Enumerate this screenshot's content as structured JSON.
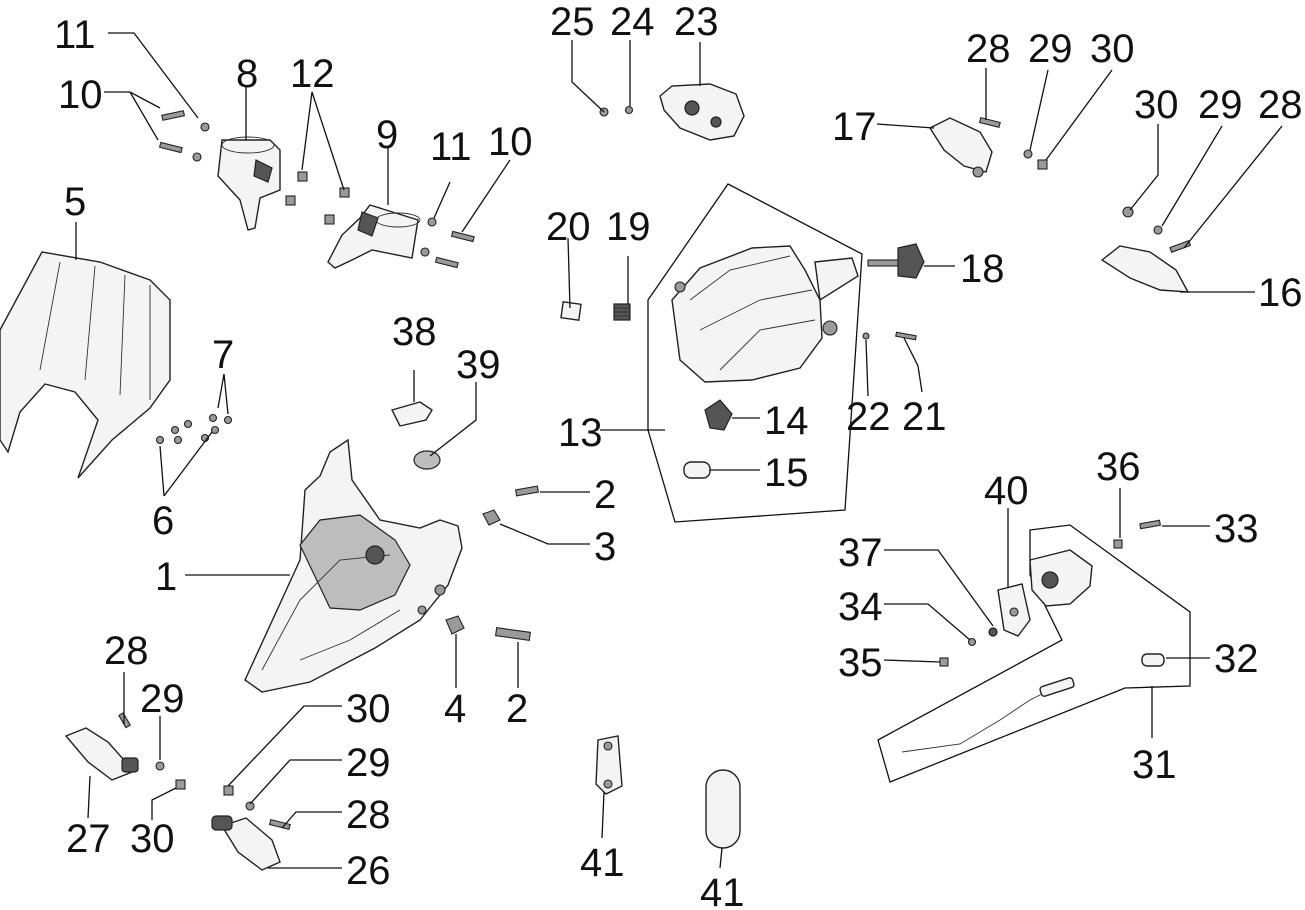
{
  "callouts": {
    "c1": "1",
    "c2a": "2",
    "c2b": "2",
    "c3": "3",
    "c4": "4",
    "c5": "5",
    "c6": "6",
    "c7": "7",
    "c8": "8",
    "c9": "9",
    "c10a": "10",
    "c10b": "10",
    "c11a": "11",
    "c11b": "11",
    "c12": "12",
    "c13": "13",
    "c14": "14",
    "c15": "15",
    "c16": "16",
    "c17": "17",
    "c18": "18",
    "c19": "19",
    "c20": "20",
    "c21": "21",
    "c22": "22",
    "c23": "23",
    "c24": "24",
    "c25": "25",
    "c26": "26",
    "c27": "27",
    "c28a": "28",
    "c28b": "28",
    "c28c": "28",
    "c28d": "28",
    "c29a": "29",
    "c29b": "29",
    "c29c": "29",
    "c29d": "29",
    "c30a": "30",
    "c30b": "30",
    "c30c": "30",
    "c30d": "30",
    "c31": "31",
    "c32": "32",
    "c33": "33",
    "c34": "34",
    "c35": "35",
    "c36": "36",
    "c37": "37",
    "c38": "38",
    "c39": "39",
    "c40": "40",
    "c41a": "41",
    "c41b": "41"
  }
}
